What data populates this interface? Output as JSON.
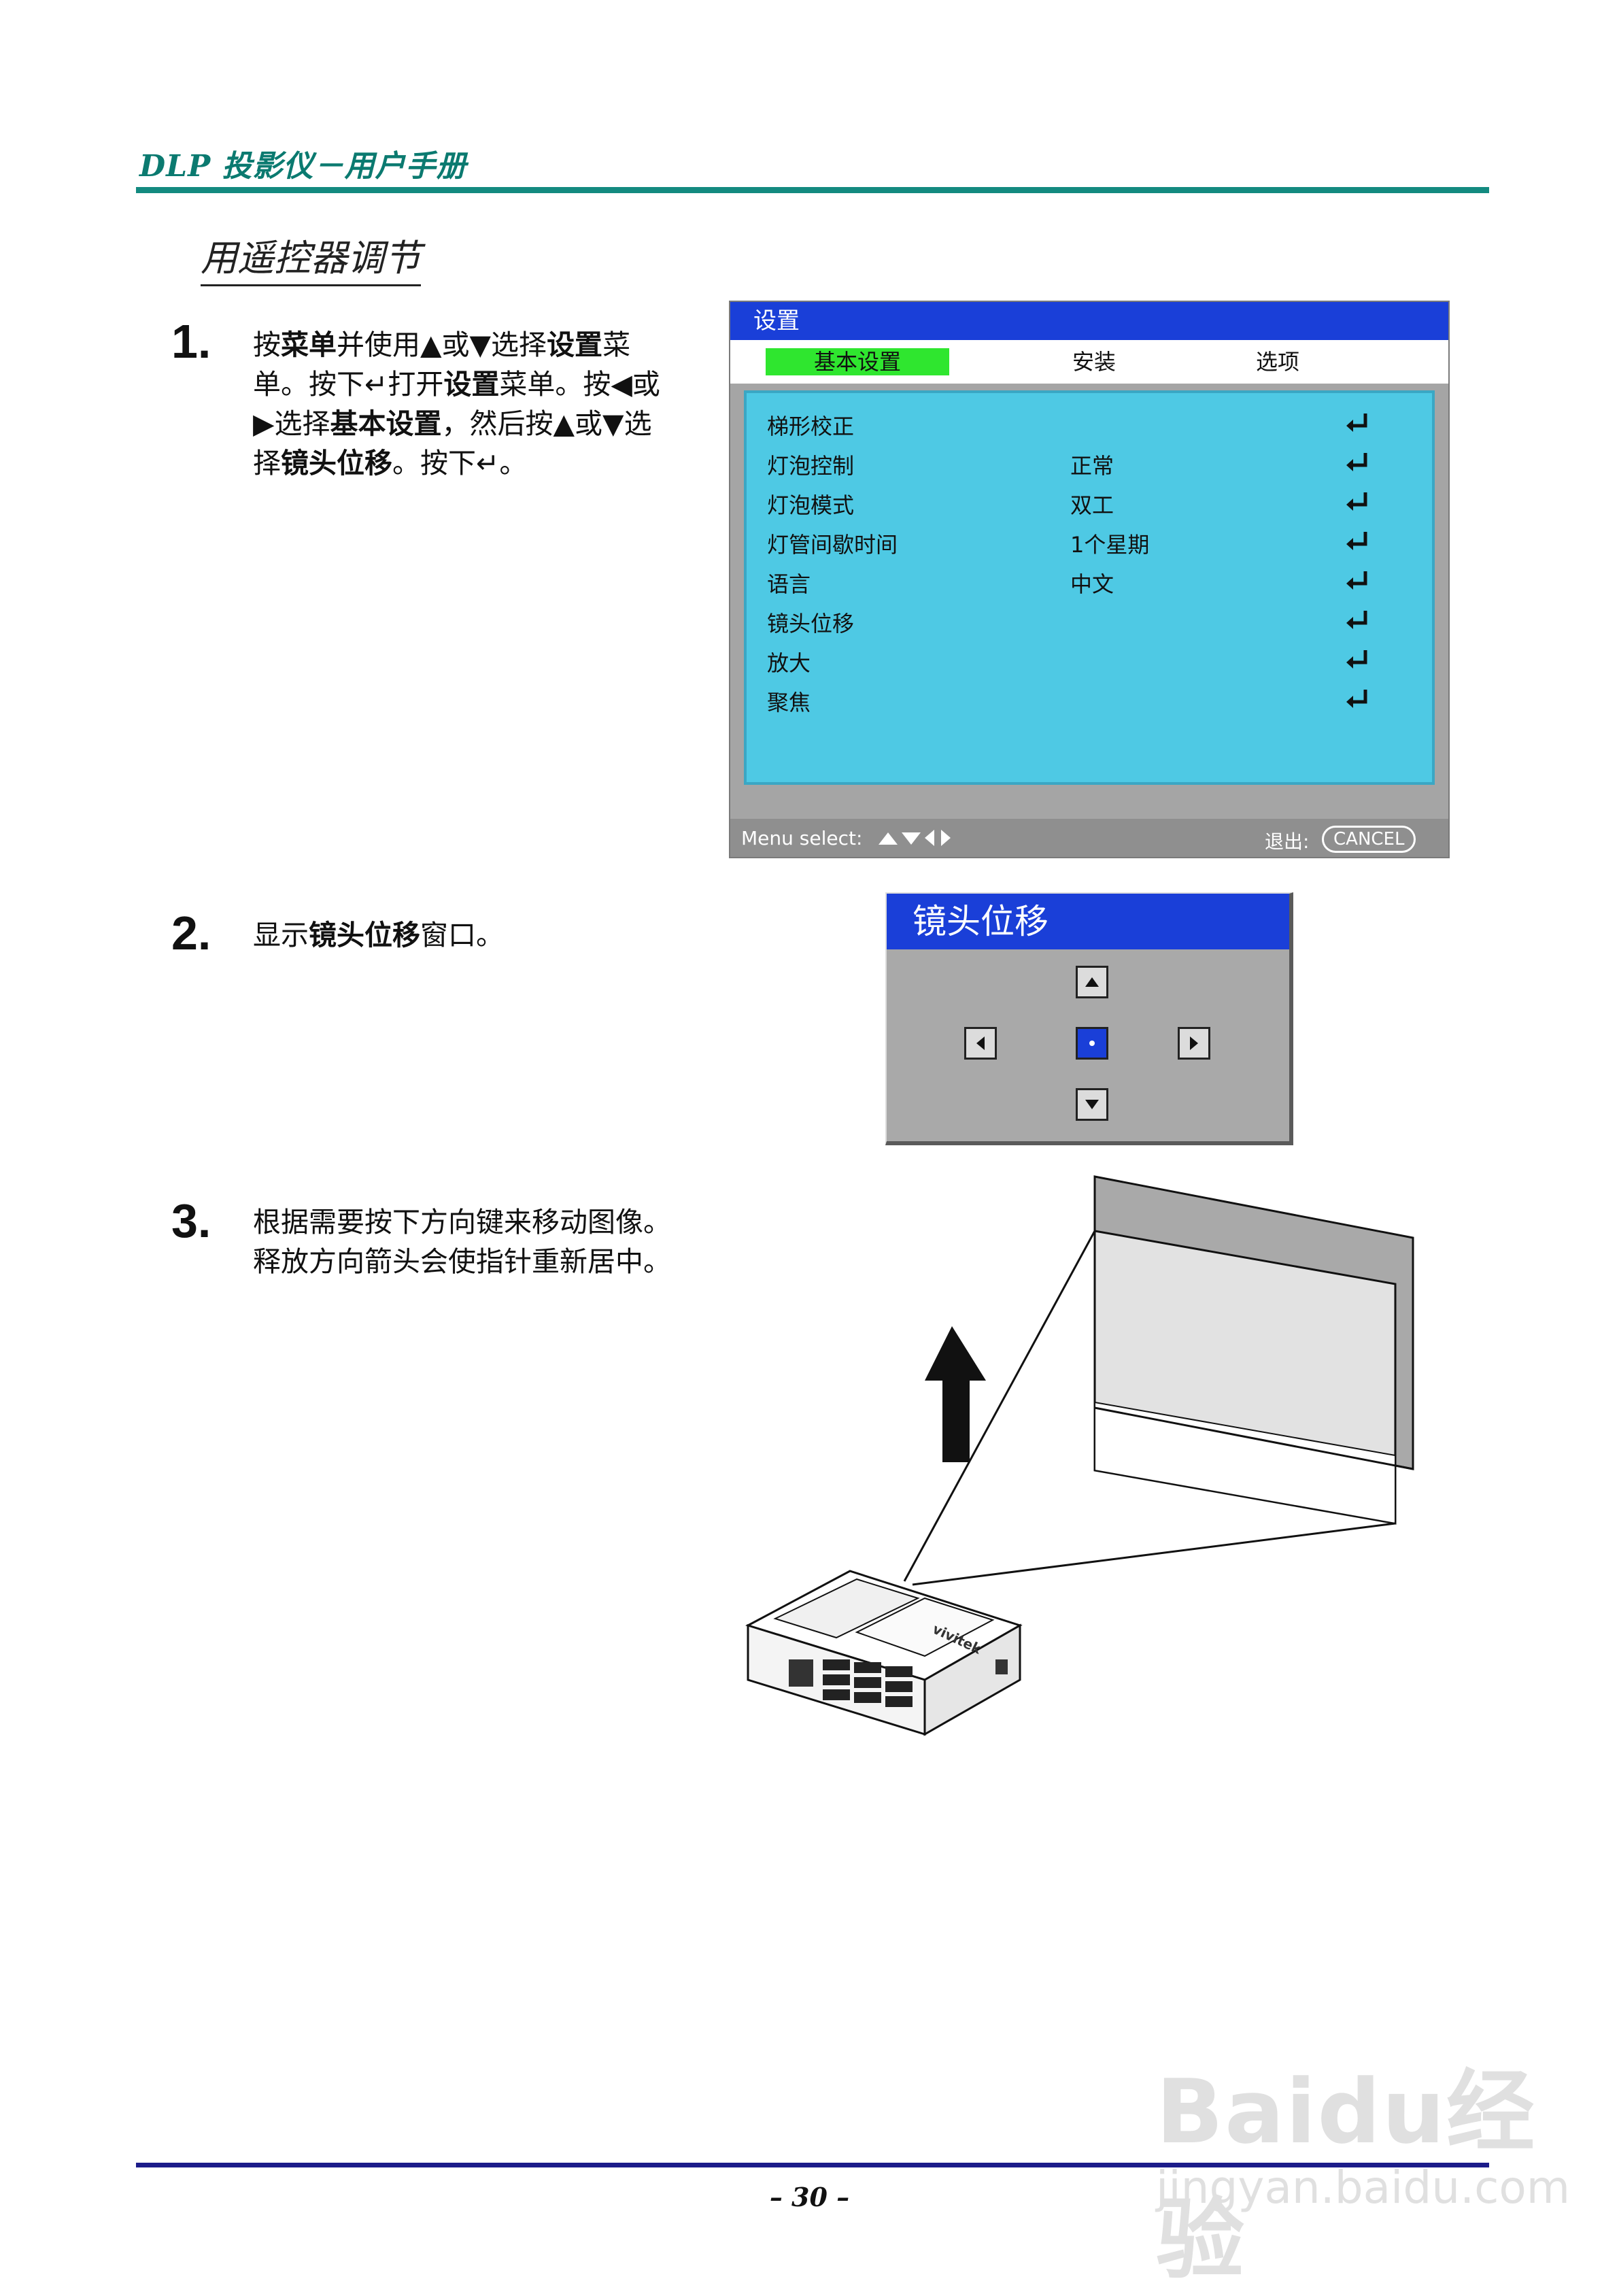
{
  "header": {
    "title": "DLP 投影仪－用户手册"
  },
  "section": {
    "title": "用遥控器调节"
  },
  "steps": [
    {
      "number": "1.",
      "parts": [
        [
          "按",
          ""
        ],
        [
          "菜单",
          "b"
        ],
        [
          "并使用▲或▼选择",
          ""
        ],
        [
          "设置",
          "b"
        ],
        [
          "菜单。按下↵打开",
          ""
        ],
        [
          "设置",
          "b"
        ],
        [
          "菜单。按◀或▶选择",
          ""
        ],
        [
          "基本设置",
          "b"
        ],
        [
          "，然后按▲或▼选择",
          ""
        ],
        [
          "镜头位移",
          "b"
        ],
        [
          "。按下↵。",
          ""
        ]
      ]
    },
    {
      "number": "2.",
      "parts": [
        [
          "显示",
          ""
        ],
        [
          "镜头位移",
          "b"
        ],
        [
          "窗口。",
          ""
        ]
      ]
    },
    {
      "number": "3.",
      "parts": [
        [
          "根据需要按下方向键来移动图像。释放方向箭头会使指针重新居中。",
          ""
        ]
      ]
    }
  ],
  "osd": {
    "title": "设置",
    "tabs": [
      {
        "label": "基本设置",
        "active": true
      },
      {
        "label": "安装",
        "active": false
      },
      {
        "label": "选项",
        "active": false
      }
    ],
    "rows": [
      {
        "label": "梯形校正",
        "value": ""
      },
      {
        "label": "灯泡控制",
        "value": "正常"
      },
      {
        "label": "灯泡模式",
        "value": "双工"
      },
      {
        "label": "灯管间歇时间",
        "value": "1个星期"
      },
      {
        "label": "语言",
        "value": "中文"
      },
      {
        "label": "镜头位移",
        "value": ""
      },
      {
        "label": "放大",
        "value": ""
      },
      {
        "label": "聚焦",
        "value": ""
      }
    ],
    "footer": {
      "hint": "Menu select:",
      "exit": "退出:",
      "cancel": "CANCEL"
    }
  },
  "lens_window": {
    "title": "镜头位移"
  },
  "illustration": {
    "brand": "vivitek"
  },
  "footer": {
    "page": "– 30 –"
  },
  "watermark": {
    "logo": "Baidu经验",
    "url": "jingyan.baidu.com"
  },
  "colors": {
    "accent_teal": "#138a80",
    "osd_blue": "#1a3fd8",
    "osd_cyan": "#4ec9e4",
    "tab_green": "#2fe62f"
  }
}
